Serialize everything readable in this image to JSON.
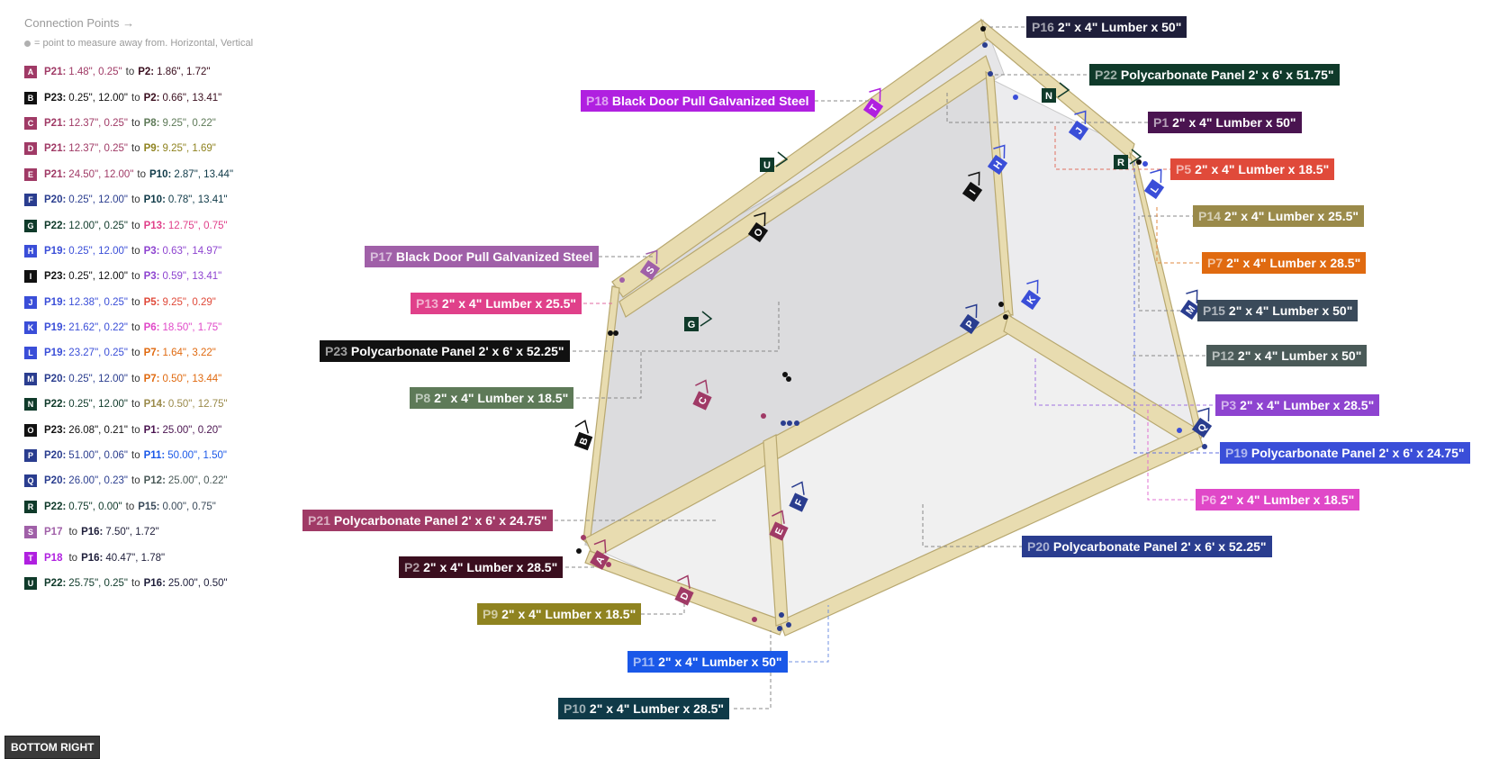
{
  "legend": {
    "title": "Connection Points →",
    "note": "= point to measure away from. Horizontal, Vertical",
    "items": [
      {
        "letter": "A",
        "color": "#a03a66",
        "from_id": "P21:",
        "from_val": "1.48\", 0.25\"",
        "from_color": "#a03a66",
        "to_id": "P2:",
        "to_val": "1.86\", 1.72\"",
        "to_color": "#3a0e1e"
      },
      {
        "letter": "B",
        "color": "#111111",
        "from_id": "P23:",
        "from_val": "0.25\", 12.00\"",
        "from_color": "#111111",
        "to_id": "P2:",
        "to_val": "0.66\", 13.41\"",
        "to_color": "#3a0e1e"
      },
      {
        "letter": "C",
        "color": "#a03a66",
        "from_id": "P21:",
        "from_val": "12.37\", 0.25\"",
        "from_color": "#a03a66",
        "to_id": "P8:",
        "to_val": "9.25\", 0.22\"",
        "to_color": "#5e7a58"
      },
      {
        "letter": "D",
        "color": "#a03a66",
        "from_id": "P21:",
        "from_val": "12.37\", 0.25\"",
        "from_color": "#a03a66",
        "to_id": "P9:",
        "to_val": "9.25\", 1.69\"",
        "to_color": "#8f8320"
      },
      {
        "letter": "E",
        "color": "#a03a66",
        "from_id": "P21:",
        "from_val": "24.50\", 12.00\"",
        "from_color": "#a03a66",
        "to_id": "P10:",
        "to_val": "2.87\", 13.44\"",
        "to_color": "#0f3a48"
      },
      {
        "letter": "F",
        "color": "#2a3d8f",
        "from_id": "P20:",
        "from_val": "0.25\", 12.00\"",
        "from_color": "#2a3d8f",
        "to_id": "P10:",
        "to_val": "0.78\", 13.41\"",
        "to_color": "#0f3a48"
      },
      {
        "letter": "G",
        "color": "#0f3a2a",
        "from_id": "P22:",
        "from_val": "12.00\", 0.25\"",
        "from_color": "#0f3a2a",
        "to_id": "P13:",
        "to_val": "12.75\", 0.75\"",
        "to_color": "#e0408a"
      },
      {
        "letter": "H",
        "color": "#3a4ed8",
        "from_id": "P19:",
        "from_val": "0.25\", 12.00\"",
        "from_color": "#3a4ed8",
        "to_id": "P3:",
        "to_val": "0.63\", 14.97\"",
        "to_color": "#8e44d0"
      },
      {
        "letter": "I",
        "color": "#111111",
        "from_id": "P23:",
        "from_val": "0.25\", 12.00\"",
        "from_color": "#111111",
        "to_id": "P3:",
        "to_val": "0.59\", 13.41\"",
        "to_color": "#8e44d0"
      },
      {
        "letter": "J",
        "color": "#3a4ed8",
        "from_id": "P19:",
        "from_val": "12.38\", 0.25\"",
        "from_color": "#3a4ed8",
        "to_id": "P5:",
        "to_val": "9.25\", 0.29\"",
        "to_color": "#e04a3a"
      },
      {
        "letter": "K",
        "color": "#3a4ed8",
        "from_id": "P19:",
        "from_val": "21.62\", 0.22\"",
        "from_color": "#3a4ed8",
        "to_id": "P6:",
        "to_val": "18.50\", 1.75\"",
        "to_color": "#e048c8"
      },
      {
        "letter": "L",
        "color": "#3a4ed8",
        "from_id": "P19:",
        "from_val": "23.27\", 0.25\"",
        "from_color": "#3a4ed8",
        "to_id": "P7:",
        "to_val": "1.64\", 3.22\"",
        "to_color": "#e06a10"
      },
      {
        "letter": "M",
        "color": "#2a3d8f",
        "from_id": "P20:",
        "from_val": "0.25\", 12.00\"",
        "from_color": "#2a3d8f",
        "to_id": "P7:",
        "to_val": "0.50\", 13.44\"",
        "to_color": "#e06a10"
      },
      {
        "letter": "N",
        "color": "#0f3a2a",
        "from_id": "P22:",
        "from_val": "0.25\", 12.00\"",
        "from_color": "#0f3a2a",
        "to_id": "P14:",
        "to_val": "0.50\", 12.75\"",
        "to_color": "#9a8a4a"
      },
      {
        "letter": "O",
        "color": "#111111",
        "from_id": "P23:",
        "from_val": "26.08\", 0.21\"",
        "from_color": "#111111",
        "to_id": "P1:",
        "to_val": "25.00\", 0.20\"",
        "to_color": "#4a1450"
      },
      {
        "letter": "P",
        "color": "#2a3d8f",
        "from_id": "P20:",
        "from_val": "51.00\", 0.06\"",
        "from_color": "#2a3d8f",
        "to_id": "P11:",
        "to_val": "50.00\", 1.50\"",
        "to_color": "#1a58e8"
      },
      {
        "letter": "Q",
        "color": "#2a3d8f",
        "from_id": "P20:",
        "from_val": "26.00\", 0.23\"",
        "from_color": "#2a3d8f",
        "to_id": "P12:",
        "to_val": "25.00\", 0.22\"",
        "to_color": "#4a5a58"
      },
      {
        "letter": "R",
        "color": "#0f3a2a",
        "from_id": "P22:",
        "from_val": "0.75\", 0.00\"",
        "from_color": "#0f3a2a",
        "to_id": "P15:",
        "to_val": "0.00\", 0.75\"",
        "to_color": "#3a4a5a"
      },
      {
        "letter": "S",
        "color": "#a060a8",
        "from_id": "P17",
        "from_val": "",
        "from_color": "#a060a8",
        "to_id": "P16:",
        "to_val": "7.50\", 1.72\"",
        "to_color": "#1e1e3a"
      },
      {
        "letter": "T",
        "color": "#b020e0",
        "from_id": "P18",
        "from_val": "",
        "from_color": "#b020e0",
        "to_id": "P16:",
        "to_val": "40.47\", 1.78\"",
        "to_color": "#1e1e3a"
      },
      {
        "letter": "U",
        "color": "#0f3a2a",
        "from_id": "P22:",
        "from_val": "25.75\", 0.25\"",
        "from_color": "#0f3a2a",
        "to_id": "P16:",
        "to_val": "25.00\", 0.50\"",
        "to_color": "#1e1e3a"
      }
    ],
    "to_word": "to"
  },
  "parts": [
    {
      "id": "P16",
      "name": "2\" x 4\" Lumber  x 50\"",
      "color": "#1e1e3a"
    },
    {
      "id": "P22",
      "name": "Polycarbonate Panel 2' x 6'  x 51.75\"",
      "color": "#0f3a2a"
    },
    {
      "id": "P18",
      "name": "Black Door Pull Galvanized Steel",
      "color": "#b020e0"
    },
    {
      "id": "P1",
      "name": "2\" x 4\" Lumber  x 50\"",
      "color": "#4a1450"
    },
    {
      "id": "P5",
      "name": "2\" x 4\" Lumber  x 18.5\"",
      "color": "#e04a3a"
    },
    {
      "id": "P14",
      "name": "2\" x 4\" Lumber  x 25.5\"",
      "color": "#9a8a4a"
    },
    {
      "id": "P7",
      "name": "2\" x 4\" Lumber  x 28.5\"",
      "color": "#e06a10"
    },
    {
      "id": "P17",
      "name": "Black Door Pull Galvanized Steel",
      "color": "#a060a8"
    },
    {
      "id": "P15",
      "name": "2\" x 4\" Lumber  x 50\"",
      "color": "#3a4a5a"
    },
    {
      "id": "P13",
      "name": "2\" x 4\" Lumber  x 25.5\"",
      "color": "#e0408a"
    },
    {
      "id": "P23",
      "name": "Polycarbonate Panel 2' x 6'  x 52.25\"",
      "color": "#111111"
    },
    {
      "id": "P12",
      "name": "2\" x 4\" Lumber  x 50\"",
      "color": "#4a5a58"
    },
    {
      "id": "P8",
      "name": "2\" x 4\" Lumber  x 18.5\"",
      "color": "#5e7a58"
    },
    {
      "id": "P3",
      "name": "2\" x 4\" Lumber  x 28.5\"",
      "color": "#8e44d0"
    },
    {
      "id": "P19",
      "name": "Polycarbonate Panel 2' x 6'  x 24.75\"",
      "color": "#3a4ed8"
    },
    {
      "id": "P6",
      "name": "2\" x 4\" Lumber  x 18.5\"",
      "color": "#e048c8"
    },
    {
      "id": "P21",
      "name": "Polycarbonate Panel 2' x 6'  x 24.75\"",
      "color": "#a03a66"
    },
    {
      "id": "P20",
      "name": "Polycarbonate Panel 2' x 6'  x 52.25\"",
      "color": "#2a3d8f"
    },
    {
      "id": "P2",
      "name": "2\" x 4\" Lumber  x 28.5\"",
      "color": "#3a0e1e"
    },
    {
      "id": "P9",
      "name": "2\" x 4\" Lumber  x 18.5\"",
      "color": "#8f8320"
    },
    {
      "id": "P11",
      "name": "2\" x 4\" Lumber  x 50\"",
      "color": "#1a58e8"
    },
    {
      "id": "P10",
      "name": "2\" x 4\" Lumber  x 28.5\"",
      "color": "#0f3a48"
    }
  ],
  "view_button": "BOTTOM RIGHT",
  "colors": {
    "lumber": "#e8dcb0",
    "lumber_edge": "#b8a870",
    "panel": "#e4e4e6"
  }
}
